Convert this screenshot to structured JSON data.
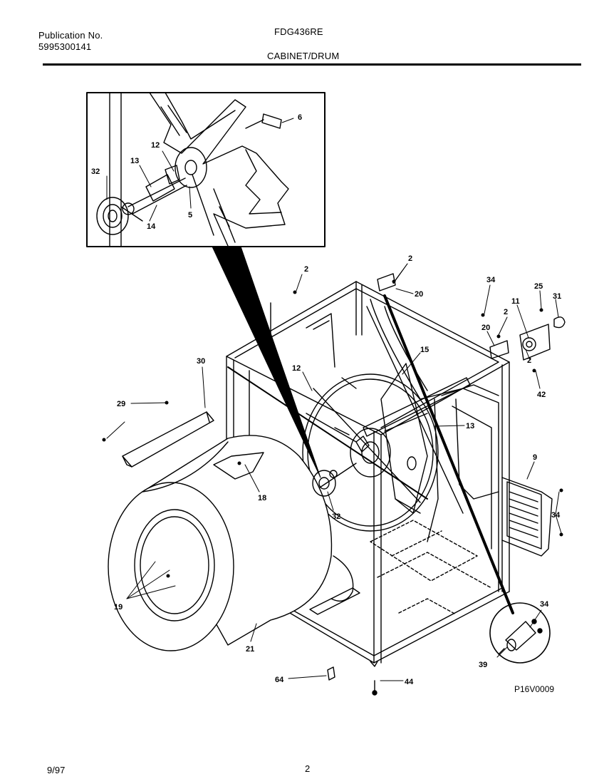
{
  "header": {
    "publication_label": "Publication No.",
    "publication_number": "5995300141",
    "model": "FDG436RE",
    "section_title": "CABINET/DRUM"
  },
  "footer": {
    "date": "9/97",
    "page_number": "2"
  },
  "diagram": {
    "drawing_code": "P16V0009",
    "callouts": {
      "c6": "6",
      "c12_inset": "12",
      "c13_inset": "13",
      "c32_inset": "32",
      "c14": "14",
      "c5": "5",
      "c2_top": "2",
      "c2_left": "2",
      "c20_top": "20",
      "c34_top": "34",
      "c25": "25",
      "c11": "11",
      "c31": "31",
      "c2_right": "2",
      "c20_right": "20",
      "c2_right_low": "2",
      "c42": "42",
      "c15": "15",
      "c12_main": "12",
      "c13_main": "13",
      "c30": "30",
      "c29": "29",
      "c18": "18",
      "c32_main": "32",
      "c9": "9",
      "c34_right": "34",
      "c19": "19",
      "c21": "21",
      "c64": "64",
      "c44": "44",
      "c34_bottom": "34",
      "c39": "39"
    }
  }
}
